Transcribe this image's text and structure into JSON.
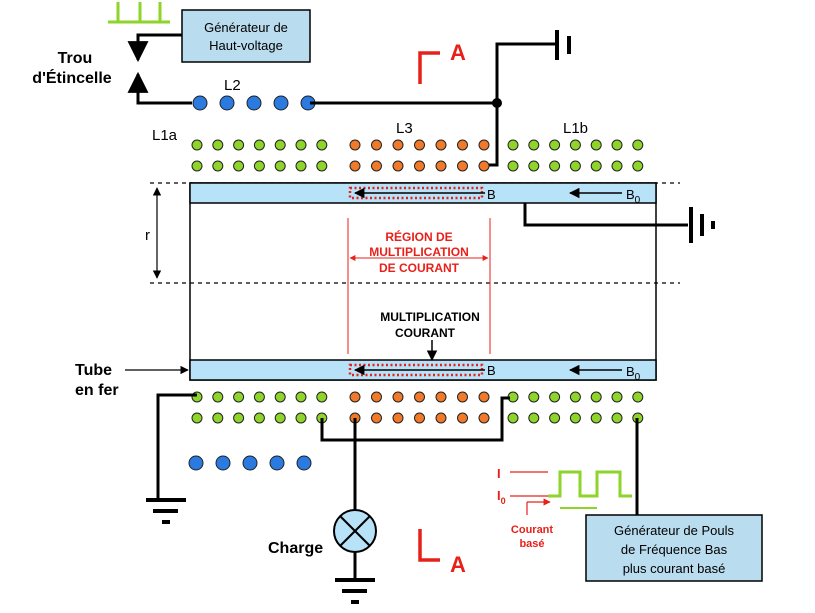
{
  "labels": {
    "hv_generator": [
      "Générateur de",
      "Haut-voltage"
    ],
    "spark_gap": [
      "Trou",
      "d'Étincelle"
    ],
    "L2": "L2",
    "L1a": "L1a",
    "L3": "L3",
    "L1b": "L1b",
    "section_A": "A",
    "r": "r",
    "B": "B",
    "B0_base": "B",
    "B0_sub": "0",
    "region": [
      "RÉGION DE",
      "MULTIPLICATION",
      "DE COURANT"
    ],
    "multiplication": [
      "MULTIPLICATION",
      "COURANT"
    ],
    "iron_tube": [
      "Tube",
      "en fer"
    ],
    "charge": "Charge",
    "I": "I",
    "I0_base": "I",
    "I0_sub": "0",
    "base_current": [
      "Courant",
      "basé"
    ],
    "pulse_generator": [
      "Générateur de Pouls",
      "de Fréquence Bas",
      "plus courant basé"
    ]
  },
  "colors": {
    "coil_green": "#8ed42a",
    "coil_orange": "#f07a2a",
    "coil_blue": "#2a7adf",
    "tube_fill": "#b8e2f8",
    "box_fill": "#b9dcee",
    "annotation_red": "#e8201a",
    "pulse_green": "#8ed42a"
  },
  "icons": [
    "ground-icon",
    "lamp-icon",
    "pulse-wave-icon",
    "arrow-icon"
  ]
}
